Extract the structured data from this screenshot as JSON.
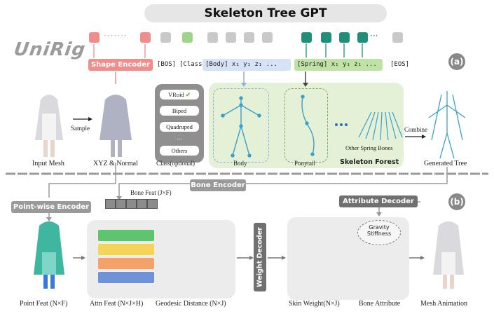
{
  "title": "Skeleton Tree GPT",
  "logo_text": "UniRig",
  "colors": {
    "pink": "#f08c8c",
    "gray_token": "#c9c9c9",
    "green_light": "#9fd58b",
    "teal": "#1f8f7a",
    "blue_seq": "#d6e3f6",
    "green_seq": "#bfe3a6",
    "forest_bg": "#e4f1d6",
    "bone": "#3aa0c8"
  },
  "encoder": {
    "shape_encoder": "Shape Encoder",
    "bone_encoder": "Bone Encoder",
    "pointwise_encoder": "Point-wise Encoder",
    "attribute_decoder": "Attribute Decoder",
    "weight_decoder": "Weight Decoder"
  },
  "sequence": {
    "bos": "[BOS]",
    "class": "[Class]",
    "body": "[Body]  x₁  y₁  z₁ ...",
    "spring": "[Spring]  x₁  y₁  z₁ ...",
    "eos": "[EOS]"
  },
  "classes": {
    "options": [
      "VRoid",
      "Biped",
      "Quadruped",
      "...",
      "Others"
    ],
    "checkmark": "✔",
    "label": "Class(optional)"
  },
  "top_labels": {
    "input_mesh": "Input Mesh",
    "sample": "Sample",
    "xyz_normal": "XYZ & Normal",
    "body": "Body",
    "ponytail": "Ponytail",
    "other_spring": "Other Spring Bones",
    "forest": "Skeleton Forest",
    "combine": "Combine",
    "generated": "Generated Tree"
  },
  "bottom_labels": {
    "point_feat": "Point Feat (N×F)",
    "bone_feat": "Bone Feat (J×F)",
    "attn_feat": "Attn Feat (N×J×H)",
    "geodesic": "Geodesic Distance (N×J)",
    "skin_weight": "Skin Weight(N×J)",
    "gravity": "Gravity",
    "stiffness": "Stiffness",
    "bone_attr": "Bone Attribute",
    "mesh_anim": "Mesh Animation"
  },
  "markers": {
    "a": "(a)",
    "b": "(b)"
  }
}
